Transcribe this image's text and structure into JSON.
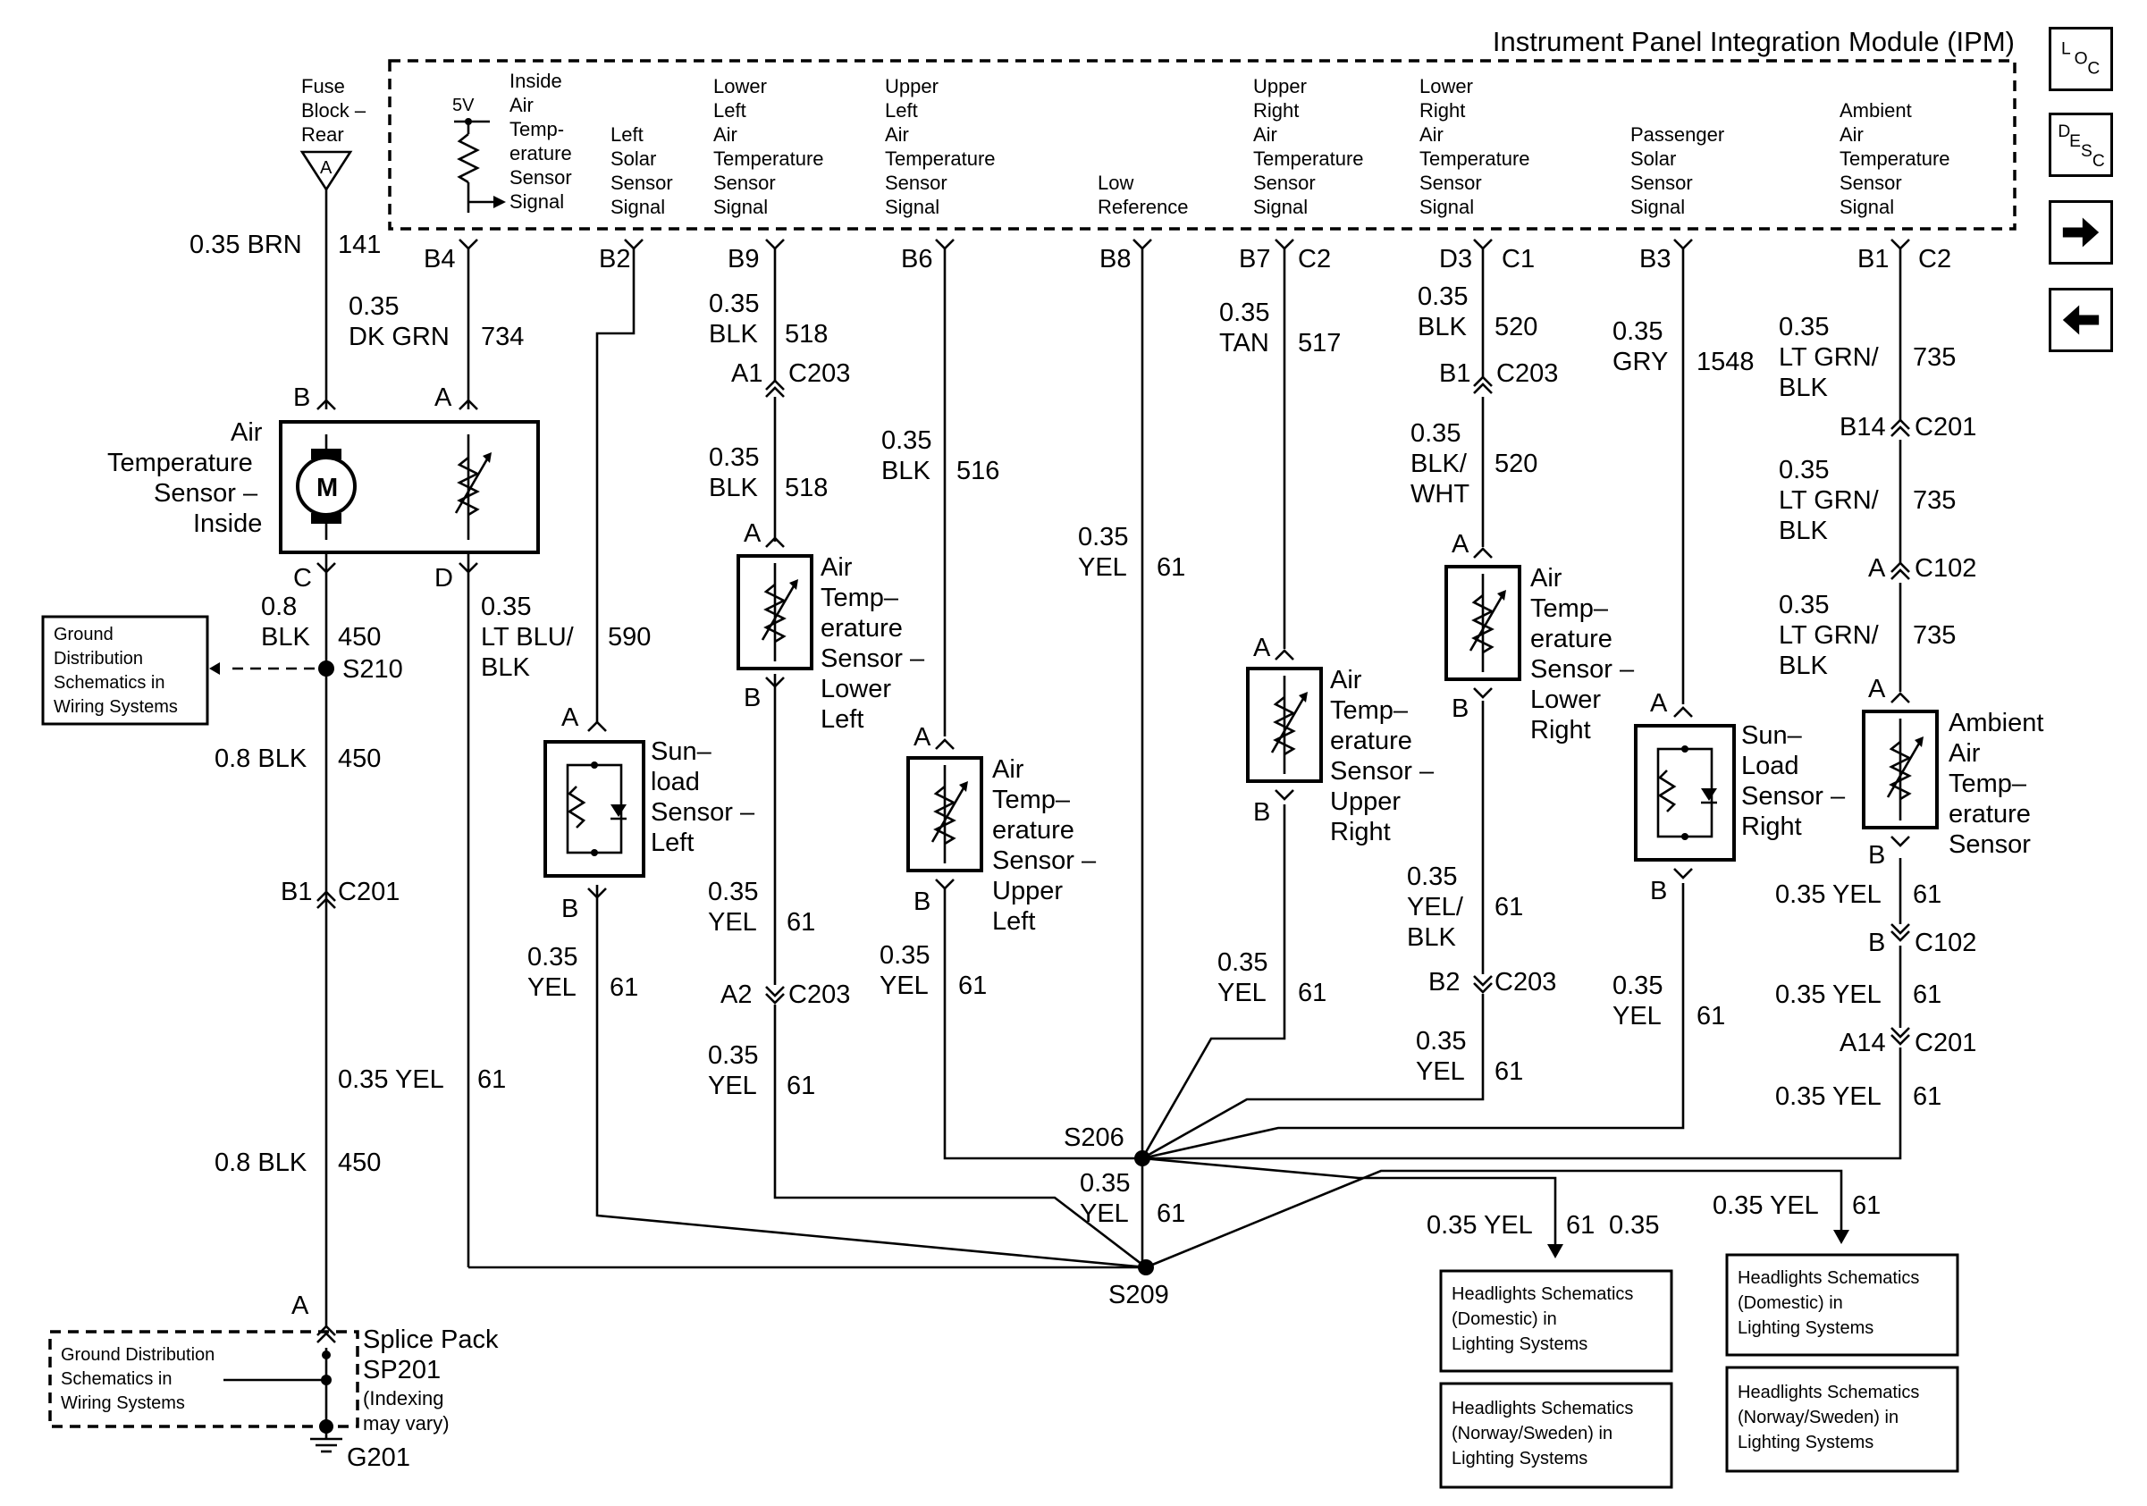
{
  "module": {
    "title": "Instrument Panel Integration Module (IPM)",
    "five_volt": "5V",
    "signals": [
      [
        "Inside",
        "Air",
        "Temp-",
        "erature",
        "Sensor",
        "Signal"
      ],
      [
        "Left",
        "Solar",
        "Sensor",
        "Signal"
      ],
      [
        "Lower",
        "Left",
        "Air",
        "Temperature",
        "Sensor",
        "Signal"
      ],
      [
        "Upper",
        "Left",
        "Air",
        "Temperature",
        "Sensor",
        "Signal"
      ],
      [
        "Low",
        "Reference"
      ],
      [
        "Upper",
        "Right",
        "Air",
        "Temperature",
        "Sensor",
        "Signal"
      ],
      [
        "Lower",
        "Right",
        "Air",
        "Temperature",
        "Sensor",
        "Signal"
      ],
      [
        "Passenger",
        "Solar",
        "Sensor",
        "Signal"
      ],
      [
        "Ambient",
        "Air",
        "Temperature",
        "Sensor",
        "Signal"
      ]
    ]
  },
  "fuse": {
    "lines": [
      "Fuse",
      "Block –",
      "Rear"
    ],
    "terminal": "A"
  },
  "pins": [
    "B4",
    "B2",
    "B9",
    "B6",
    "B8",
    "B7",
    "C2",
    "D3",
    "C1",
    "B3",
    "B1",
    "C2"
  ],
  "wires": [
    [
      "0.35 BRN",
      "141"
    ],
    [
      "0.35",
      "DK GRN",
      "734"
    ],
    [
      "0.35",
      "BLK",
      "518"
    ],
    [
      "0.35",
      "BLK",
      "518"
    ],
    [
      "0.35",
      "BLK",
      "516"
    ],
    [
      "0.35",
      "YEL",
      "61"
    ],
    [
      "0.35",
      "TAN",
      "517"
    ],
    [
      "0.35",
      "BLK",
      "520"
    ],
    [
      "0.35",
      "BLK/",
      "WHT",
      "520"
    ],
    [
      "0.35",
      "GRY",
      "1548"
    ],
    [
      "0.35",
      "LT GRN/",
      "BLK",
      "735"
    ],
    [
      "0.35",
      "LT GRN/",
      "BLK",
      "735"
    ],
    [
      "0.35",
      "LT GRN/",
      "BLK",
      "735"
    ],
    [
      "0.8",
      "BLK",
      "450"
    ],
    [
      "0.35",
      "LT BLU/",
      "BLK",
      "590"
    ],
    [
      "0.8 BLK",
      "450"
    ],
    [
      "0.35 YEL",
      "61"
    ],
    [
      "0.8 BLK",
      "450"
    ],
    [
      "0.35",
      "YEL",
      "61"
    ],
    [
      "0.35",
      "YEL",
      "61"
    ],
    [
      "0.35",
      "YEL",
      "61"
    ],
    [
      "0.35",
      "YEL",
      "61"
    ],
    [
      "0.35",
      "YEL",
      "61"
    ],
    [
      "0.35",
      "YEL",
      "61"
    ],
    [
      "0.35",
      "YEL/",
      "BLK",
      "61"
    ],
    [
      "0.35",
      "YEL",
      "61"
    ],
    [
      "0.35",
      "YEL",
      "61"
    ],
    [
      "0.35 YEL",
      "61"
    ],
    [
      "0.35 YEL",
      "61"
    ],
    [
      "0.35 YEL",
      "61"
    ],
    [
      "0.35",
      "YEL",
      "61"
    ],
    [
      "0.35 YEL",
      "61"
    ],
    [
      "0.35 YEL",
      "61"
    ]
  ],
  "connectors": [
    [
      "A1",
      "C203"
    ],
    [
      "B1",
      "C203"
    ],
    [
      "B14",
      "C201"
    ],
    [
      "A",
      "C102"
    ],
    [
      "B1",
      "C201"
    ],
    [
      "A2",
      "C203"
    ],
    [
      "B2",
      "C203"
    ],
    [
      "B",
      "C102"
    ],
    [
      "A14",
      "C201"
    ]
  ],
  "terminal_letters": [
    "B",
    "A",
    "C",
    "D",
    "A",
    "B",
    "A",
    "B",
    "A",
    "B",
    "A",
    "B",
    "A",
    "B",
    "A",
    "B",
    "A",
    "B",
    "A"
  ],
  "components": [
    [
      "Air",
      "Temperature",
      "Sensor –",
      "Inside"
    ],
    [
      "Sun–",
      "load",
      "Sensor –",
      "Left"
    ],
    [
      "Air",
      "Temp–",
      "erature",
      "Sensor –",
      "Lower",
      "Left"
    ],
    [
      "Air",
      "Temp–",
      "erature",
      "Sensor –",
      "Upper",
      "Left"
    ],
    [
      "Air",
      "Temp–",
      "erature",
      "Sensor –",
      "Upper",
      "Right"
    ],
    [
      "Air",
      "Temp–",
      "erature",
      "Sensor –",
      "Lower",
      "Right"
    ],
    [
      "Sun–",
      "Load",
      "Sensor –",
      "Right"
    ],
    [
      "Ambient",
      "Air",
      "Temp–",
      "erature",
      "Sensor"
    ]
  ],
  "motor_symbol": "M",
  "splices": [
    "S210",
    "S206",
    "S209"
  ],
  "splice_pack": {
    "lines": [
      "Splice Pack",
      "SP201"
    ],
    "note": [
      "(Indexing",
      "may vary)"
    ],
    "terminal": "A"
  },
  "ground": "G201",
  "references": [
    [
      "Ground",
      "Distribution",
      "Schematics in",
      "Wiring Systems"
    ],
    [
      "Ground Distribution",
      "Schematics in",
      "Wiring Systems"
    ],
    [
      "Headlights Schematics",
      "(Domestic) in",
      "Lighting Systems"
    ],
    [
      "Headlights Schematics",
      "(Norway/Sweden) in",
      "Lighting Systems"
    ],
    [
      "Headlights Schematics",
      "(Domestic) in",
      "Lighting Systems"
    ],
    [
      "Headlights Schematics",
      "(Norway/Sweden) in",
      "Lighting Systems"
    ]
  ],
  "nav": {
    "loc": [
      "L",
      "O",
      "C"
    ],
    "desc": [
      "D",
      "E",
      "S",
      "C"
    ],
    "next": "right-arrow-icon",
    "prev": "left-arrow-icon"
  }
}
